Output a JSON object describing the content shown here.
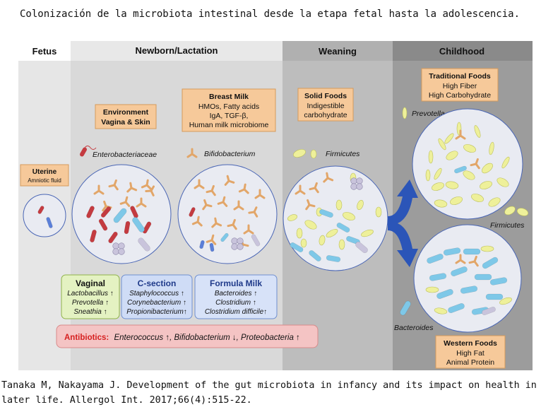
{
  "header": {
    "title": "Colonización de la microbiota intestinal desde la etapa fetal hasta la adolescencia."
  },
  "stages": {
    "fetus": "Fetus",
    "newborn": "Newborn/Lactation",
    "weaning": "Weaning",
    "childhood": "Childhood"
  },
  "boxes": {
    "uterine": {
      "title": "Uterine",
      "sub": "Amniotic fluid"
    },
    "environment": {
      "line1": "Environment",
      "line2": "Vagina & Skin"
    },
    "breast_milk": {
      "title": "Breast Milk",
      "l1": "HMOs, Fatty acids",
      "l2": "IgA, TGF-β,",
      "l3": "Human milk microbiome"
    },
    "solid_foods": {
      "title": "Solid Foods",
      "l1": "Indigestible",
      "l2": "carbohydrate"
    },
    "traditional_foods": {
      "title": "Traditional Foods",
      "l1": "High Fiber",
      "l2": "High Carbohydrate"
    },
    "western_foods": {
      "title": "Western Foods",
      "l1": "High Fat",
      "l2": "Animal Protein"
    }
  },
  "bacteria_labels": {
    "enterobacteriaceae": "Enterobacteriaceae",
    "bifidobacterium": "Bifidobacterium",
    "firmicutes": "Firmicutes",
    "prevotella": "Prevotella",
    "firmicutes_right": "Firmicutes",
    "bacteroides": "Bacteroides"
  },
  "delivery": {
    "vaginal": {
      "title": "Vaginal",
      "l1": "Lactobacillus ↑",
      "l2": "Prevotella  ↑",
      "l3": "Sneathia  ↑"
    },
    "csection": {
      "title": "C-section",
      "l1": "Staphylococcus ↑",
      "l2": "Corynebacterium ↑",
      "l3": "Propionibacterium↑"
    },
    "formula": {
      "title": "Formula Milk",
      "l1": "Bacteroides ↑",
      "l2": "Clostridium  ↑",
      "l3": "Clostridium difficile↑"
    }
  },
  "antibiotics": {
    "label": "Antibiotics:",
    "text": "Enterococcus ↑, Bifidobacterium ↓, Proteobacteria ↑"
  },
  "citation": {
    "text": "Tanaka M, Nakayama J. Development of the gut microbiota in infancy and its impact on health in later life. Allergol Int. 2017;66(4):515-22."
  },
  "colors": {
    "fetus_bg": "#e6e6e6",
    "newborn_bg": "#d9d9d9",
    "weaning_bg": "#bdbdbd",
    "childhood_bg": "#9c9c9c",
    "header_newborn": "#e8e8e8",
    "header_weaning": "#b0b0b0",
    "header_childhood": "#8a8a8a",
    "orange_box": "#f6c99a",
    "orange_border": "#d59a5c",
    "vaginal_bg": "#e4f2c2",
    "csection_bg": "#cfdcf6",
    "formula_bg": "#d7e2f8",
    "antibiotics_bg": "#f4c4c4",
    "antibiotics_text": "#d62020",
    "arrow": "#2b55b8",
    "circle_fill": "#e9ebf2",
    "circle_stroke": "#4a66b5",
    "enterobacteria": "#c43b40",
    "bifido": "#e2a669",
    "firmicutes": "#eef09a",
    "bacteroides": "#7ec8e8",
    "clostridium": "#5b7fd8",
    "coccus": "#c9c4dc"
  }
}
